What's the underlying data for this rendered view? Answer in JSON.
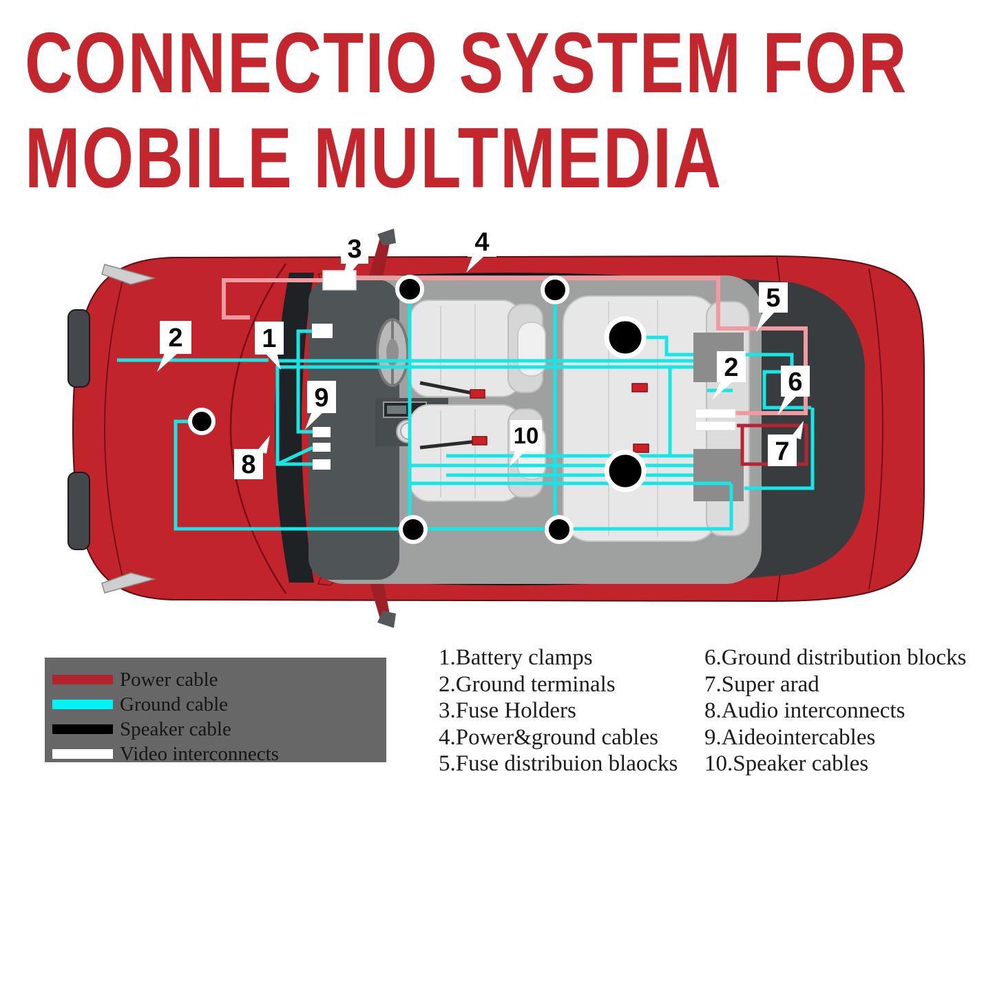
{
  "title": {
    "line1": "CONNECTIO SYSTEM FOR",
    "line2": "MOBILE MULTMEDIA"
  },
  "colors": {
    "title_red": "#c4262d",
    "car_red": "#c2242b",
    "car_red_dark": "#8f161d",
    "power_cable": "#b2252e",
    "power_cable_route": "#f29aa2",
    "ground_cable": "#16e6e6",
    "speaker_cable": "#000000",
    "video_interconnect": "#ffffff",
    "super_cable_red": "#b52433",
    "legend_bg": "#676767",
    "window_dark": "#26292b",
    "interior_grey": "#9fa1a1",
    "amp_grey": "#8c8c8c"
  },
  "legend": {
    "items": [
      {
        "label": "Power cable",
        "color": "#b2252e"
      },
      {
        "label": "Ground cable",
        "color": "#00f2f2"
      },
      {
        "label": "Speaker cable",
        "color": "#000000"
      },
      {
        "label": "Video interconnects",
        "color": "#ffffff"
      }
    ]
  },
  "parts_list": {
    "left": [
      "1.Battery clamps",
      "2.Ground terminals",
      "3.Fuse Holders",
      "4.Power&ground cables",
      "5.Fuse distribuion blaocks"
    ],
    "right": [
      "6.Ground distribution blocks",
      "7.Super arad",
      "8.Audio interconnects",
      "9.Aideointercables",
      "10.Speaker cables"
    ]
  },
  "diagram": {
    "callouts": [
      {
        "n": "1",
        "part": "Battery clamps"
      },
      {
        "n": "2",
        "part": "Ground terminals"
      },
      {
        "n": "3",
        "part": "Fuse Holders"
      },
      {
        "n": "4",
        "part": "Power&ground cables"
      },
      {
        "n": "5",
        "part": "Fuse distribuion blaocks"
      },
      {
        "n": "2",
        "part": "Ground terminals"
      },
      {
        "n": "6",
        "part": "Ground distribution blocks"
      },
      {
        "n": "7",
        "part": "Super arad"
      },
      {
        "n": "8",
        "part": "Audio interconnects"
      },
      {
        "n": "9",
        "part": "Aideointercables"
      },
      {
        "n": "10",
        "part": "Speaker cables"
      }
    ]
  }
}
